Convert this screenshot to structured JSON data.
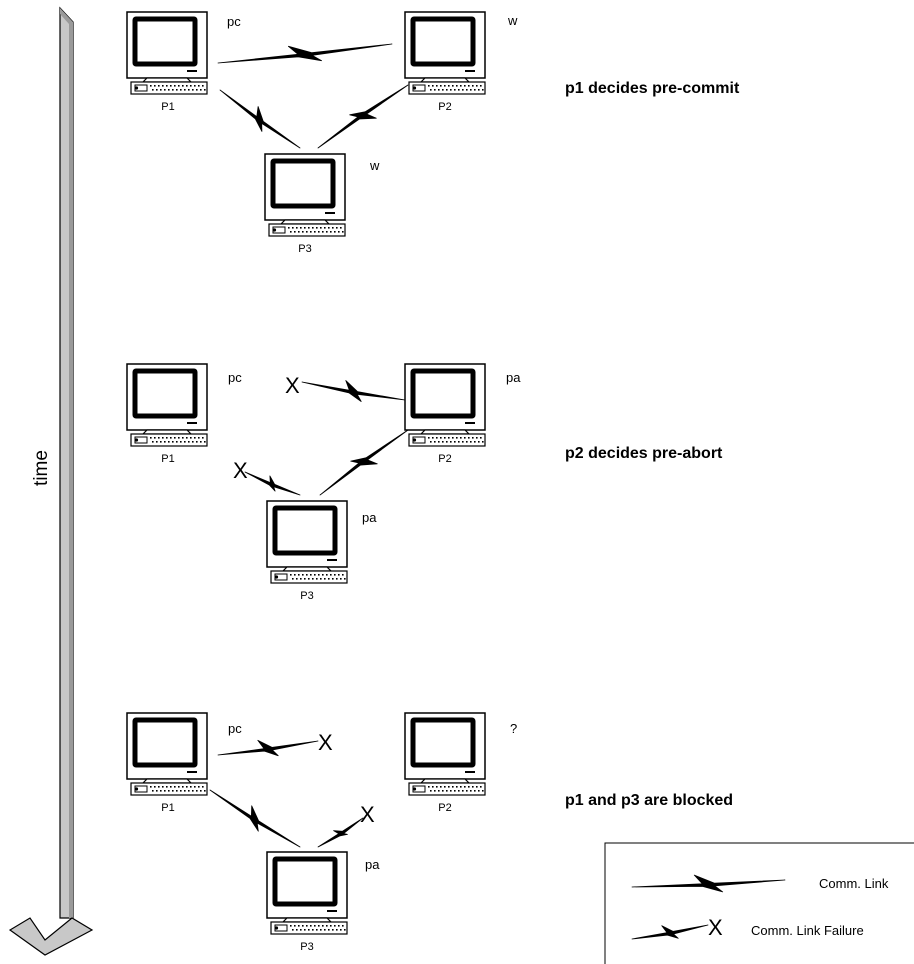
{
  "time_axis": {
    "label": "time"
  },
  "scenes": [
    {
      "heading": "p1 decides pre-commit",
      "nodes": [
        {
          "id": "p1",
          "label": "P1",
          "state": "pc"
        },
        {
          "id": "p2",
          "label": "P2",
          "state": "w"
        },
        {
          "id": "p3",
          "label": "P3",
          "state": "w"
        }
      ]
    },
    {
      "heading": "p2 decides pre-abort",
      "nodes": [
        {
          "id": "p1",
          "label": "P1",
          "state": "pc"
        },
        {
          "id": "p2",
          "label": "P2",
          "state": "pa"
        },
        {
          "id": "p3",
          "label": "P3",
          "state": "pa"
        }
      ]
    },
    {
      "heading": "p1 and p3 are blocked",
      "nodes": [
        {
          "id": "p1",
          "label": "P1",
          "state": "pc"
        },
        {
          "id": "p2",
          "label": "P2",
          "state": "?"
        },
        {
          "id": "p3",
          "label": "P3",
          "state": "pa"
        }
      ]
    }
  ],
  "failure_mark": "X",
  "legend": {
    "link_label": "Comm. Link",
    "failure_label": "Comm. Link Failure",
    "failure_mark": "X"
  }
}
